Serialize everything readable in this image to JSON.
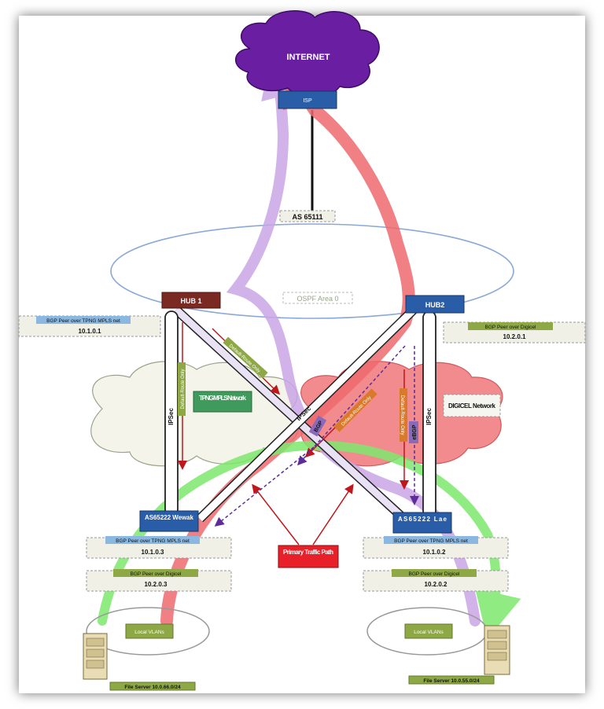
{
  "internet_label": "INTERNET",
  "isp_label": "ISP",
  "as_label": "AS 65111",
  "ospf_label": "OSPF Area 0",
  "hub1": {
    "label": "HUB 1",
    "peer": "BGP Peer over TPNG MPLS net",
    "ip": "10.1.0.1"
  },
  "hub2": {
    "label": "HUB2",
    "peer": "BGP Peer over Digicel",
    "ip": "10.2.0.1"
  },
  "tpng_label": "TPNG MPLS Network",
  "digicel_label": "DIGICEL Network",
  "ipsec_label": "IPSec",
  "bgp_label": "BGP",
  "ebgp_label": "eBGP",
  "default_route_label": "Default-Route Only",
  "wewak": {
    "label": "AS65222 Wewak",
    "peer1": "BGP Peer over TPNG MPLS net",
    "ip1": "10.1.0.3",
    "peer2": "BGP Peer over Digicel",
    "ip2": "10.2.0.3",
    "vlan": "Local VLANs",
    "server": "File Server 10.0.66.0/24"
  },
  "lae": {
    "label": "AS65222 Lae",
    "peer1": "BGP Peer over TPNG MPLS net",
    "ip1": "10.1.0.2",
    "peer2": "BGP Peer over Digicel",
    "ip2": "10.2.0.2",
    "vlan": "Local VLANs",
    "server": "File Server 10.0.55.0/24"
  },
  "primary_traffic_label": "Primary Traffic Path",
  "colors": {
    "internet": "#6a1fa3",
    "router": "#2a5da8",
    "hub1": "#7a2a22",
    "traffic_red": "#e8202a",
    "lavender": "#c9a6e6",
    "green_path": "#7ee86e",
    "olive": "#8fa846",
    "mpls_green": "#3f9a5c",
    "digicel_pink": "#f07a7c"
  }
}
